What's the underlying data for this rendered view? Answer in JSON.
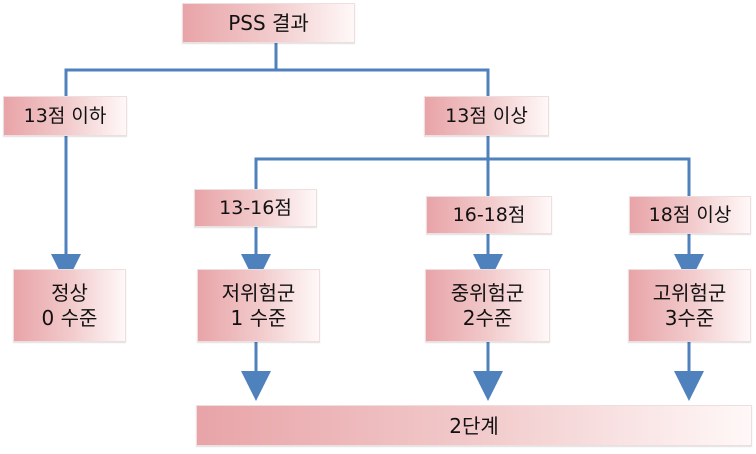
{
  "diagram": {
    "root": {
      "label": "PSS 결과"
    },
    "branches": {
      "left": {
        "label": "13점 이하"
      },
      "right": {
        "label": "13점 이상"
      }
    },
    "subranges": [
      {
        "label": "13-16점"
      },
      {
        "label": "16-18점"
      },
      {
        "label": "18점 이상"
      }
    ],
    "outcomes": [
      {
        "line1": "정상",
        "line2": "0 수준"
      },
      {
        "line1": "저위험군",
        "line2": "1 수준"
      },
      {
        "line1": "중위험군",
        "line2": "2수준"
      },
      {
        "line1": "고위험군",
        "line2": "3수준"
      }
    ],
    "final_stage": {
      "label": "2단계"
    }
  },
  "colors": {
    "connector": "#4f81bd",
    "box_left": "#e8a4a8",
    "box_mid": "#f2cbcc",
    "box_right": "#fff8f8"
  }
}
